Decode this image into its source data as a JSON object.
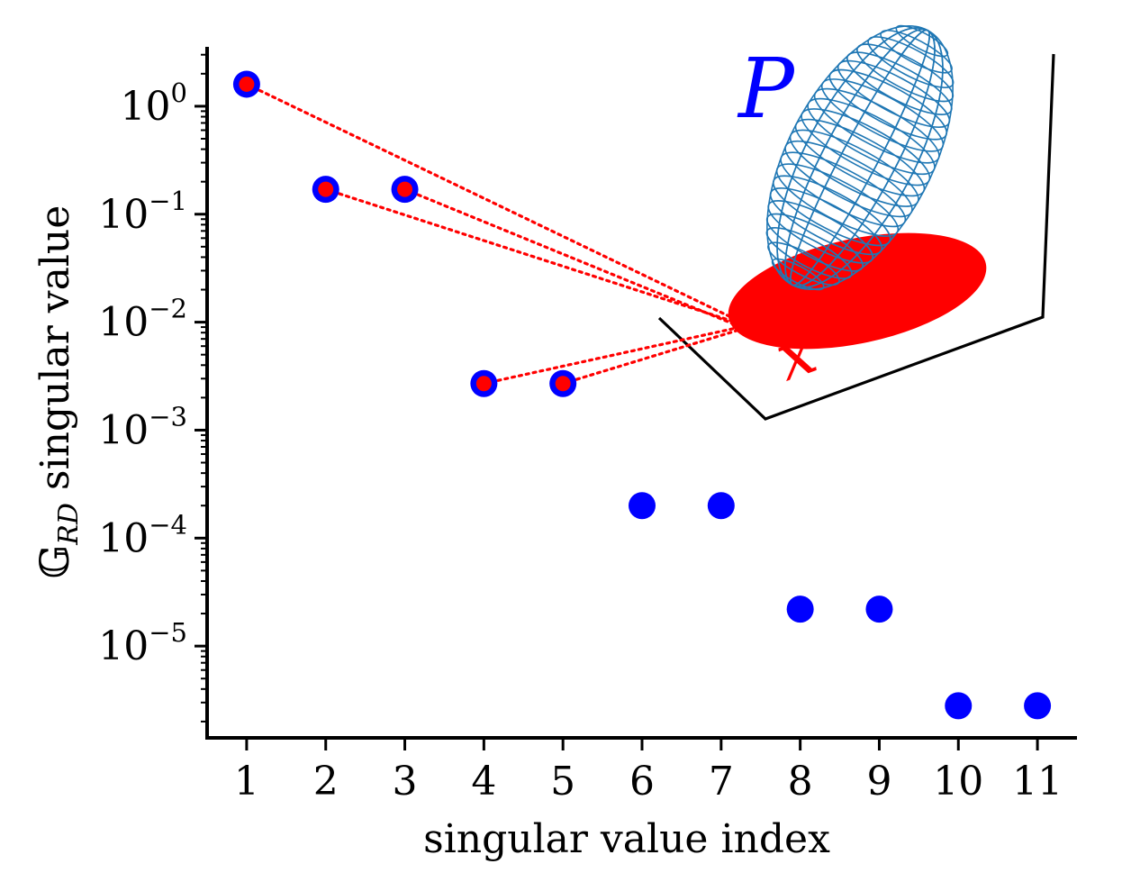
{
  "chart_data": {
    "type": "scatter",
    "title": "",
    "xlabel": "singular value index",
    "ylabel": {
      "prefix": "𝔾",
      "subscript": "RD",
      "suffix": " singular value"
    },
    "yscale": "log",
    "xlim": [
      0.5,
      11.5
    ],
    "ylim_log10": [
      -5.85,
      0.55
    ],
    "xticks": [
      1,
      2,
      3,
      4,
      5,
      6,
      7,
      8,
      9,
      10,
      11
    ],
    "yticks": [
      {
        "base": "10",
        "exp": "0",
        "value": 1
      },
      {
        "base": "10",
        "exp": "−1",
        "value": 0.1
      },
      {
        "base": "10",
        "exp": "−2",
        "value": 0.01
      },
      {
        "base": "10",
        "exp": "−3",
        "value": 0.001
      },
      {
        "base": "10",
        "exp": "−4",
        "value": 0.0001
      },
      {
        "base": "10",
        "exp": "−5",
        "value": 1e-05
      }
    ],
    "grid": false,
    "series": [
      {
        "color": "#0000ff",
        "x": [
          1,
          2,
          3,
          4,
          5,
          6,
          7,
          8,
          9,
          10,
          11
        ],
        "y": [
          1.6,
          0.17,
          0.17,
          0.0027,
          0.0027,
          0.0002,
          0.0002,
          2.2e-05,
          2.2e-05,
          2.8e-06,
          2.8e-06
        ]
      },
      {
        "color": "#ff0000",
        "x": [
          1,
          2,
          3,
          4,
          5
        ],
        "y": [
          1.6,
          0.17,
          0.17,
          0.0027,
          0.0027
        ],
        "connector": "dotted"
      }
    ],
    "annotations": [
      {
        "text": "P",
        "color": "#0000ff"
      },
      {
        "text": "x",
        "color": "#ff0000"
      }
    ],
    "inset": {
      "wireframe_ellipsoid_color": "#1f77b4",
      "filled_ellipse_color": "#ff0000"
    }
  }
}
